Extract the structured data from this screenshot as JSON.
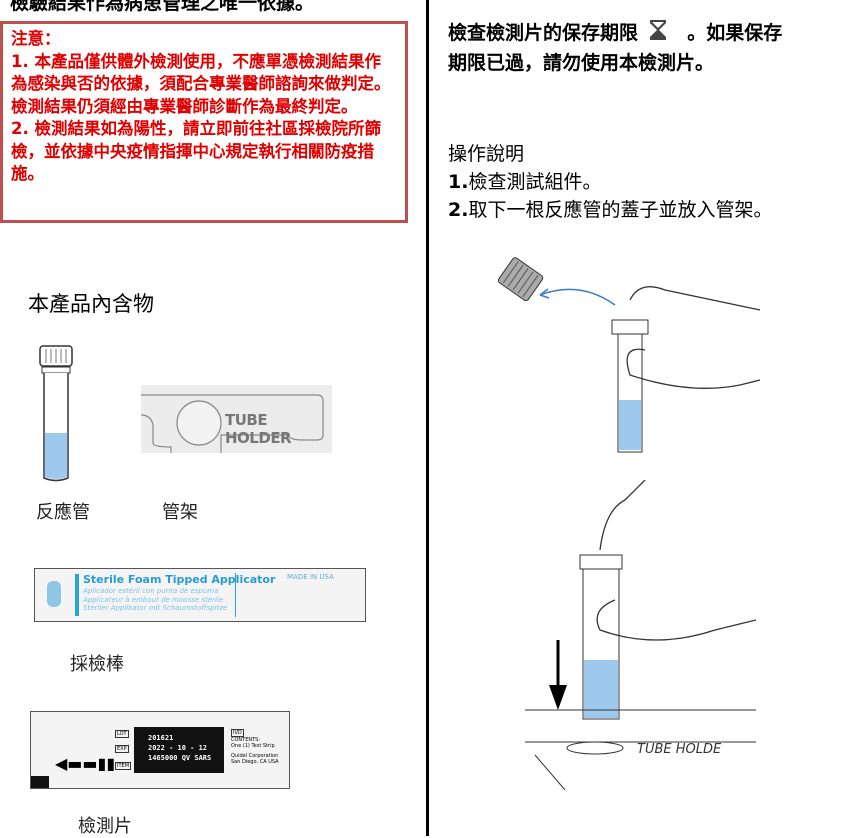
{
  "left": {
    "top_line": "檢驗結果作為病患管理之唯一依據。",
    "warning": {
      "title": "注意：",
      "items": [
        "1. 本產品僅供體外檢測使用，不應單憑檢測結果作為感染與否的依據，須配合專業醫師諮詢來做判定。檢測結果仍須經由專業醫師診斷作為最終判定。",
        "2. 檢測結果如為陽性，請立即前往社區採檢院所篩檢，並依據中央疫情指揮中心規定執行相關防疫措施。"
      ],
      "border_color": "#c0504d",
      "text_color": "#e00000"
    },
    "contents_title": "本產品內含物",
    "items": [
      {
        "label": "反應管"
      },
      {
        "label": "管架",
        "image_text": "TUBE HOLDER"
      },
      {
        "label": "採檢棒",
        "image_text": {
          "title": "Sterile Foam Tipped Applicator",
          "lines": [
            "Aplicador estéril con punta de espuma",
            "Applicateur à embout de mousse stérile",
            "Steriler Applikator mit Schaumstoffspitze"
          ],
          "made_in": "MADE IN USA"
        }
      },
      {
        "label": "檢測片",
        "image_text": {
          "lot": "201621",
          "exp": "2022 - 10 - 12",
          "item": "1465000  QV  SARS",
          "contents": "CONTENTS:",
          "contents_detail": "One (1) Test Strip",
          "maker": "Quidel Corporation",
          "maker_loc": "San Diego, CA USA",
          "lot_tag": "LOT",
          "exp_tag": "EXP",
          "item_tag": "ITEM",
          "ivd_tag": "IVD"
        }
      }
    ]
  },
  "right": {
    "expiry_text_1": "檢查檢測片的保存期限",
    "expiry_text_2": "。如果保存",
    "expiry_text_3": "期限已過，請勿使用本檢測片。",
    "expiry_icon": "hourglass-icon",
    "instructions_title": "操作說明",
    "steps": [
      {
        "num": "1.",
        "text": "檢查測試組件。"
      },
      {
        "num": "2.",
        "text": "取下一根反應管的蓋子並放入管架。"
      }
    ],
    "holder_text": "TUBE HOLDE",
    "liquid_color": "#9ec9ee"
  }
}
